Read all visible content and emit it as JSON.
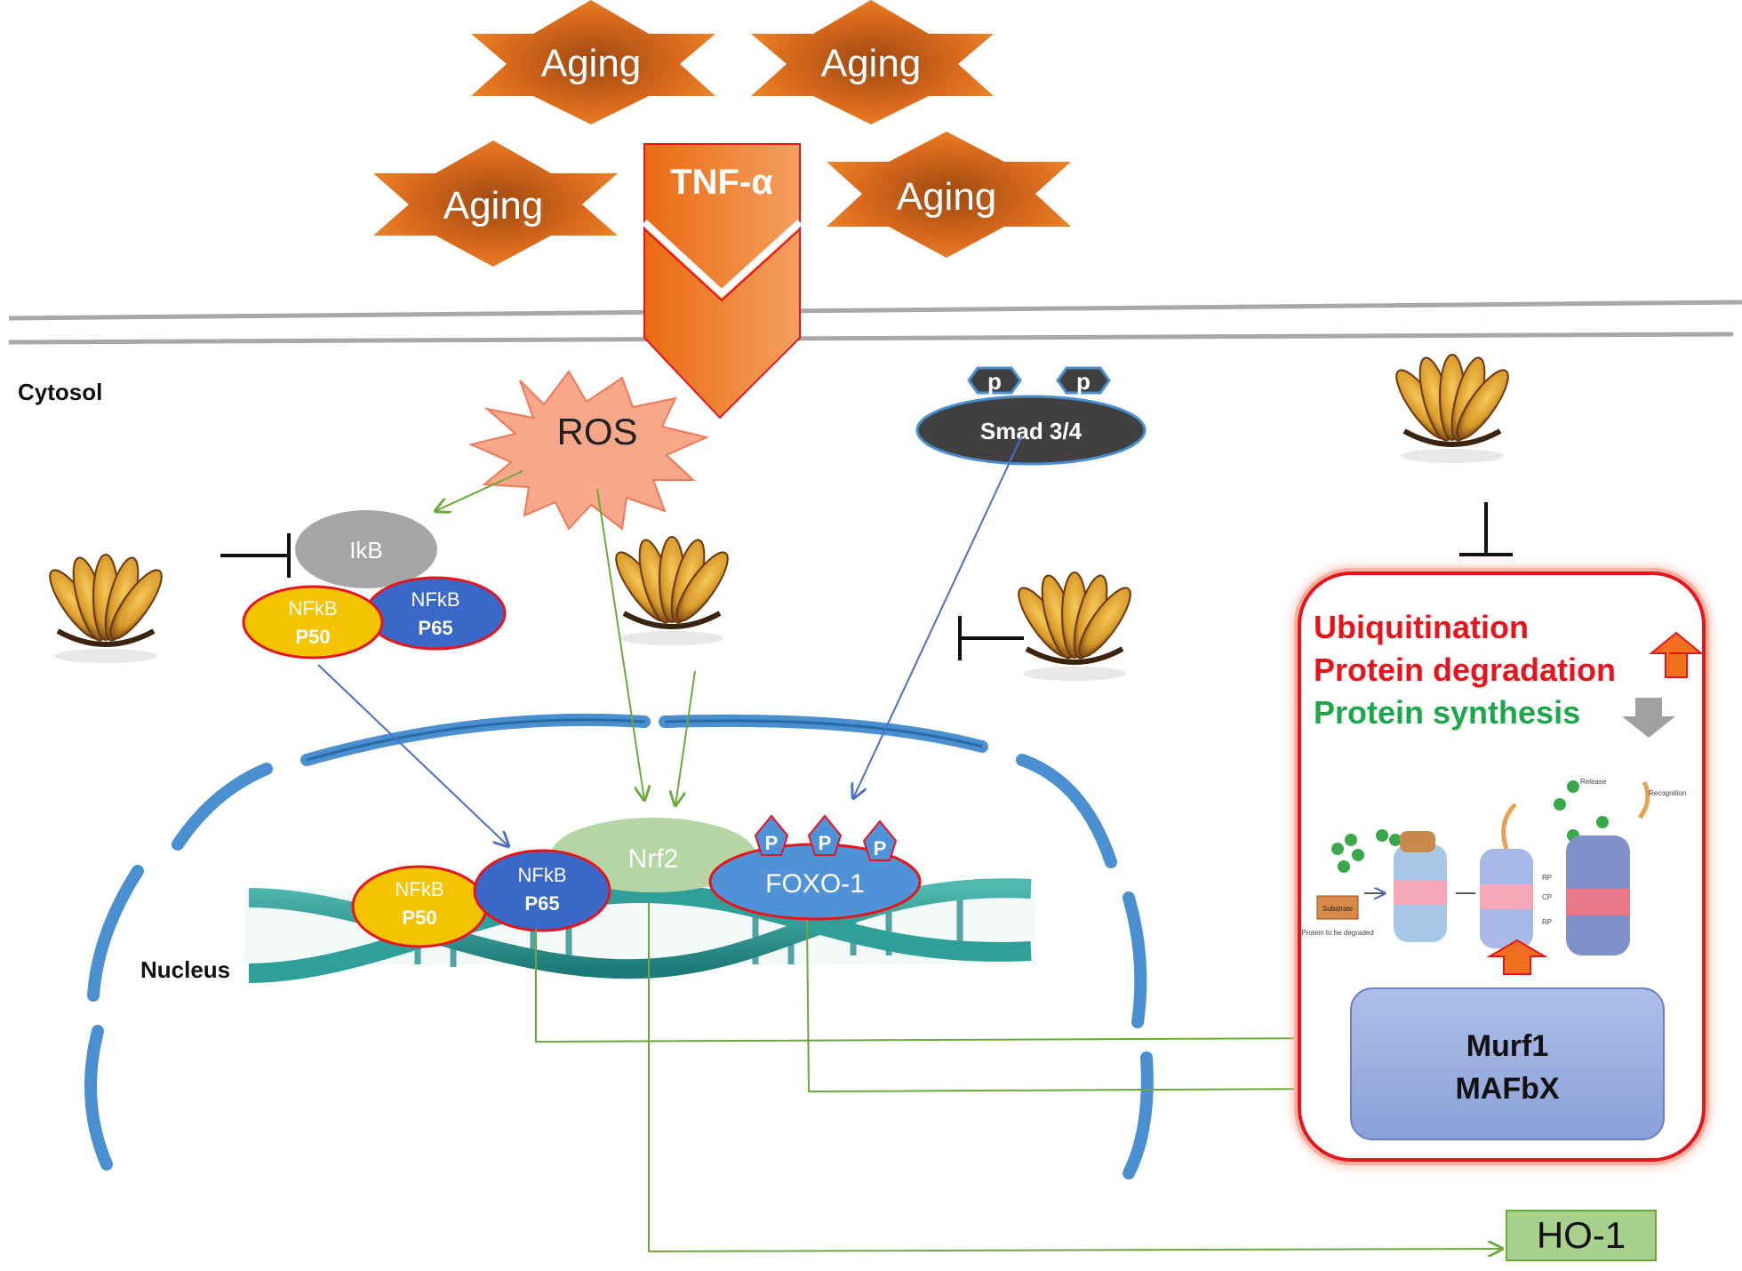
{
  "stimuli": {
    "aging_labels": [
      "Aging",
      "Aging",
      "Aging",
      "Aging"
    ],
    "tnf_label": "TNF-α"
  },
  "compartments": {
    "cytosol": "Cytosol",
    "nucleus": "Nucleus"
  },
  "ros": "ROS",
  "ikb": "IkB",
  "nfkb_p50_cyto": [
    "NFkB",
    "P50"
  ],
  "nfkb_p65_cyto": [
    "NFkB",
    "P65"
  ],
  "smad": {
    "label": "Smad 3/4",
    "phospho": [
      "p",
      "p"
    ]
  },
  "nucleus_proteins": {
    "nfkb_p50": [
      "NFkB",
      "P50"
    ],
    "nfkb_p65": [
      "NFkB",
      "P65"
    ],
    "nrf2": "Nrf2",
    "foxo": "FOXO-1",
    "phospho": [
      "P",
      "P",
      "P"
    ]
  },
  "effects_box": {
    "ubiquitination": "Ubiquitination",
    "degradation": "Protein degradation",
    "synthesis": "Protein synthesis",
    "ligases": [
      "Murf1",
      "MAFbX"
    ]
  },
  "proteasome_panel": {
    "labels": [
      "Substrate",
      "Protein to be degraded",
      "Release",
      "Recognition",
      "RP",
      "CP",
      "RP"
    ]
  },
  "ho1": "HO-1",
  "colors": {
    "aging_orange": "#e8741f",
    "ros_fill": "#f8a88a",
    "nfkb_yellow": "#f5c400",
    "nfkb_blue": "#3a68c8",
    "nrf2_green": "#b5d6a4",
    "foxo_blue": "#4f92d8",
    "smad_dark": "#404040",
    "activation_green": "#6aaa3a",
    "activation_blue": "#4a6ecb",
    "up_red": "#e8141c",
    "down_green": "#1ca84a",
    "ligase_box": "#9aaee0",
    "ho1_box": "#a9d18e",
    "nuclear_envelope": "#4a8fd0"
  }
}
